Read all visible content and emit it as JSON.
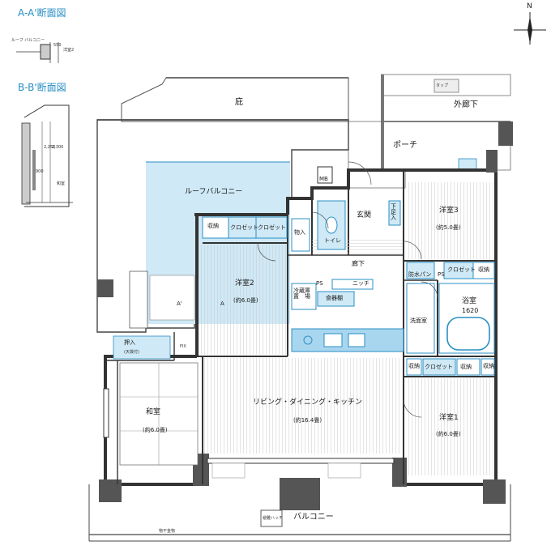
{
  "sections": {
    "aa_title": "A-A'断面図",
    "bb_title": "B-B'断面図"
  },
  "section_aa": {
    "roof_balcony": "ルーフ\nバルコニー",
    "bedroom": "洋室2",
    "dim": "550"
  },
  "section_bb": {
    "dim_900": "900",
    "dim_2250": "2,250",
    "dim_2300": "2,300",
    "washitsu": "和室"
  },
  "compass": {
    "north": "N"
  },
  "rooms": {
    "eaves": "庇",
    "outer_corridor": "外廊下",
    "porch": "ポーチ",
    "roof_balcony": "ルーフバルコニー",
    "mb": "MB",
    "entrance": "玄関",
    "shoe_cabinet": "下足入",
    "western3": "洋室3",
    "western3_size": "(約5.0畳)",
    "toilet": "トイレ",
    "storage": "収納",
    "closet": "クロゼット",
    "oshiire_small": "物入",
    "hallway": "廊下",
    "western2": "洋室2",
    "western2_size": "(約6.0畳)",
    "waterproof_pan": "防水パン",
    "bath": "浴室",
    "bath_size": "1620",
    "washroom": "洗面室",
    "fridge": "冷蔵庫\n置　場",
    "pantry": "食器棚",
    "niche": "ニッチ",
    "ps": "PS",
    "oshiire": "押入",
    "tenbukuro": "(天袋付)",
    "washitsu": "和室",
    "washitsu_size": "(約6.0畳)",
    "ldk": "リビング・ダイニング・キッチン",
    "ldk_size": "(約16.4畳)",
    "western1": "洋室1",
    "western1_size": "(約6.0畳)",
    "balcony": "バルコニー",
    "vent": "避難ハッチ",
    "fix": "FIX",
    "tatami_edge": "物干金物",
    "tap": "タップ",
    "a_mark": "A",
    "a_prime": "A'"
  },
  "colors": {
    "wall": "#3a3a3a",
    "light_blue": "#cfe9f6",
    "fixture_blue": "#a9d6ef",
    "accent": "#2a8fc4",
    "floor_line": "#b5b5b5",
    "outline": "#1a1a1a"
  }
}
